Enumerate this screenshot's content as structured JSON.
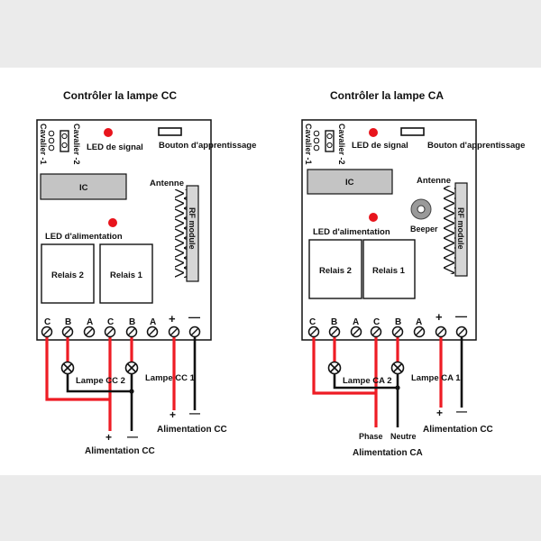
{
  "left": {
    "title": "Contrôler la lampe CC",
    "jumper1": "Cavalier -1",
    "jumper2": "Cavalier -2",
    "signal_led": "LED de signal",
    "learn_button": "Bouton d'apprentissage",
    "ic": "IC",
    "antenna": "Antenne",
    "rf_module": "RF module",
    "power_led": "LED d'alimentation",
    "relay2": "Relais 2",
    "relay1": "Relais 1",
    "terminals": [
      "C",
      "B",
      "A",
      "C",
      "B",
      "A",
      "+",
      "—"
    ],
    "lamp2": "Lampe CC 2",
    "lamp1": "Lampe CC 1",
    "supply_right_label": "Alimentation CC",
    "supply_bottom_label": "Alimentation CC",
    "plus": "+",
    "minus": "—"
  },
  "right": {
    "title": "Contrôler la lampe CA",
    "jumper1": "Cavalier -1",
    "jumper2": "Cavalier -2",
    "signal_led": "LED de signal",
    "learn_button": "Bouton d'apprentissage",
    "ic": "IC",
    "antenna": "Antenne",
    "beeper": "Beeper",
    "rf_module": "RF module",
    "power_led": "LED d'alimentation",
    "relay2": "Relais 2",
    "relay1": "Relais 1",
    "terminals": [
      "C",
      "B",
      "A",
      "C",
      "B",
      "A",
      "+",
      "—"
    ],
    "lamp2": "Lampe CA 2",
    "lamp1": "Lampe CA 1",
    "supply_right_label": "Alimentation CC",
    "phase": "Phase",
    "neutral": "Neutre",
    "supply_bottom_label": "Alimentation CA",
    "plus": "+",
    "minus": "—"
  },
  "colors": {
    "red_wire": "#ee1c24",
    "black_wire": "#111111",
    "led": "#e8141c",
    "ic_fill": "#c4c4c4"
  }
}
